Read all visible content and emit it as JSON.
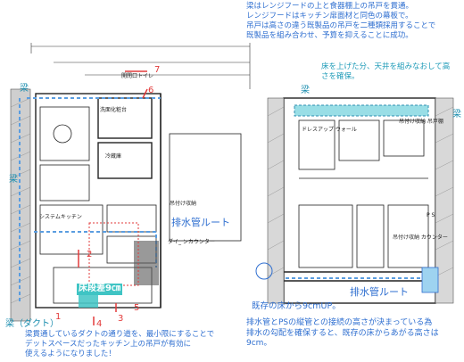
{
  "left_plan": {
    "beam_top": "梁",
    "beam_left_mid": "梁",
    "beam_bottom": "梁（ダクト）",
    "drain_route": "排水管ルート",
    "floor_step": "床段差9㎝",
    "duct_note_1": "梁貫通しているダクトの通り道を、最小限にすることで",
    "duct_note_2": "デットスペースだったキッチン上の吊戸が有効に",
    "duct_note_3": "使えるようになりました！",
    "room_label_wash": "洗面化粧台",
    "room_label_fridge": "冷蔵庫",
    "room_label_toilet": "開閉口トイレ",
    "kitchen_label": "システムキッチン",
    "counter_label": "ダイ_ ンカウンター",
    "shelf_label": "吊付け収納",
    "numbers": [
      "7",
      "6",
      "2",
      "5",
      "3",
      "4",
      "1"
    ]
  },
  "right_section": {
    "top_note_1": "梁はレンジフードの上と食器棚上の吊戸を貫通。",
    "top_note_2": "レンジフードはキッチン扉面材と同色の幕板で。",
    "top_note_3": "吊戸は高さの違う既製品の吊戸を二種類採用することで",
    "top_note_4": "既製品を組み合わせ、予算を抑えることに成功。",
    "ceiling_note_1": "床を上げた分、天井を組みなおして高",
    "ceiling_note_2": "さを確保。",
    "beam_left": "梁",
    "beam_right": "梁",
    "drain_route": "排水管ルート",
    "floor_up": "既存の床から9cmUP。",
    "drain_note_1": "排水管とPSの縦管との接続の高さが決まっている為",
    "drain_note_2": "排水の勾配を確保すると、既存の床からあがる高さは",
    "drain_note_3": "9cm。",
    "label_dress": "ドレスアップ ウォール",
    "label_shelf_top": "吊付け収納 吊戸棚",
    "label_counter": "吊付け収納 カウンター",
    "label_ps": "P S"
  }
}
